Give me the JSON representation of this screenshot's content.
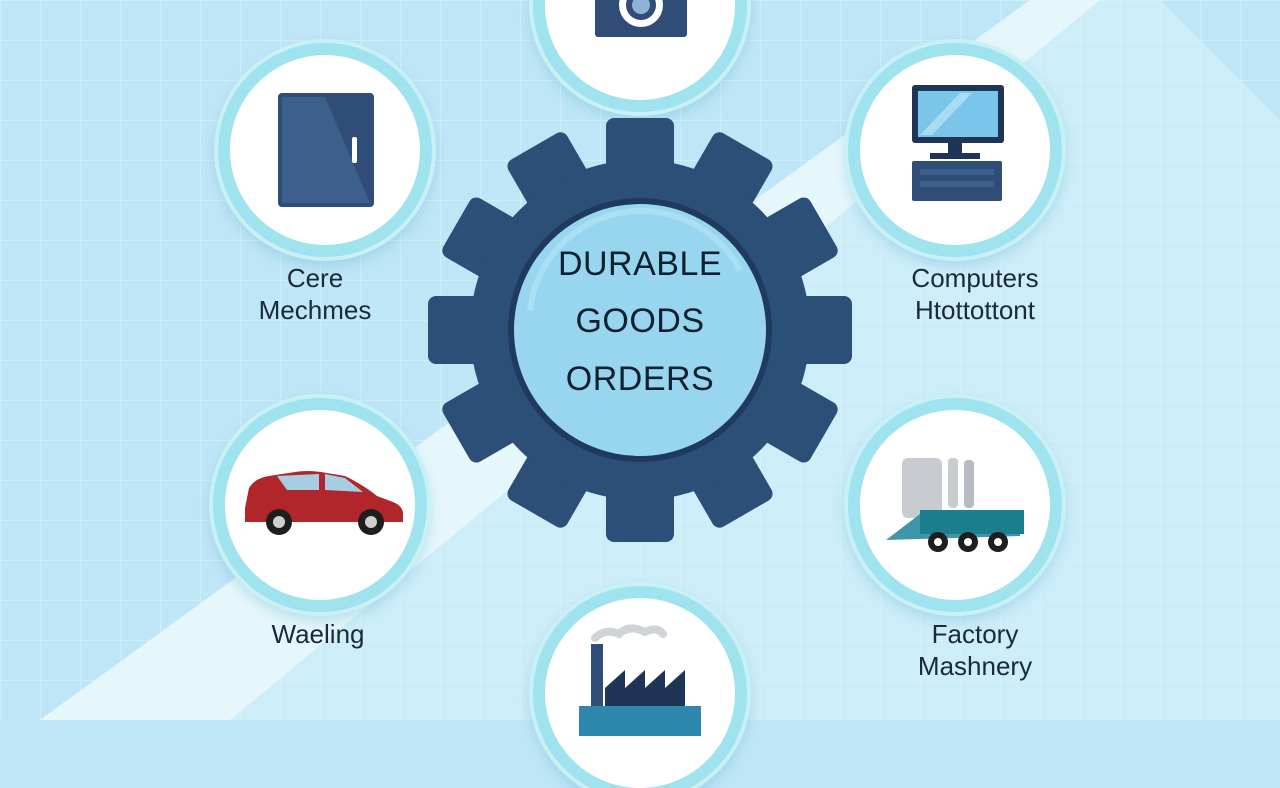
{
  "center": {
    "lines": [
      "DURABLE",
      "GOODS",
      "ORDERS"
    ]
  },
  "nodes": [
    {
      "id": "top",
      "icon": "washing-machine-icon",
      "label_lines": []
    },
    {
      "id": "top-left",
      "icon": "refrigerator-icon",
      "label_lines": [
        "Cere",
        "Mechmes"
      ]
    },
    {
      "id": "top-right",
      "icon": "computer-icon",
      "label_lines": [
        "Computers",
        "Htottottont"
      ]
    },
    {
      "id": "bottom-left",
      "icon": "car-icon",
      "label_lines": [
        "Waeling"
      ]
    },
    {
      "id": "bottom-right",
      "icon": "truck-icon",
      "label_lines": [
        "Factory",
        "Mashnery"
      ]
    },
    {
      "id": "bottom",
      "icon": "factory-icon",
      "label_lines": []
    }
  ],
  "colors": {
    "background": "#bfe6f7",
    "gear": "#2c4f78",
    "gear_inner": "#97d6ee",
    "circle_ring": "#9fe3ee",
    "icon_navy": "#2f4d77",
    "car_red": "#b0262b"
  }
}
